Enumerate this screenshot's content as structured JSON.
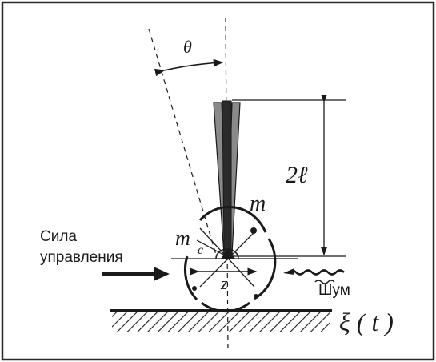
{
  "labels": {
    "theta": "θ",
    "length": "2ℓ",
    "mass_top": "m",
    "mass_side": "m",
    "mass_sub": "c",
    "displacement": "z",
    "control_force_line1": "Сила",
    "control_force_line2": "управления",
    "noise": "Шум",
    "ground_signal": "ξ ( t )"
  },
  "colors": {
    "ink": "#1a1a1a",
    "rod_fill": "#7a7a7a",
    "rod_core": "#2b2b2b",
    "frame": "#2a2a2a"
  }
}
